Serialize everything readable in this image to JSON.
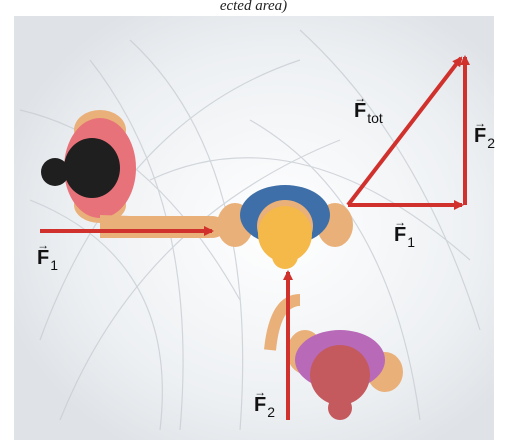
{
  "caption": {
    "text": "ected area)"
  },
  "labels": {
    "f1_left": {
      "symbol": "F",
      "arrow": "→",
      "sub": "1"
    },
    "f2_bottom": {
      "symbol": "F",
      "arrow": "→",
      "sub": "2"
    },
    "f_tot": {
      "symbol": "F",
      "arrow": "→",
      "sub": "tot"
    },
    "f2_triangle": {
      "symbol": "F",
      "arrow": "→",
      "sub": "2"
    },
    "f1_triangle": {
      "symbol": "F",
      "arrow": "→",
      "sub": "1"
    }
  },
  "colors": {
    "arrow_red": "#d0312d",
    "background": "#eef1f4",
    "person_left_shirt": "#e8727a",
    "person_center_shirt": "#3f6fa8",
    "person_bottom_shirt": "#b86ab8",
    "skin": "#e9b07a",
    "hair_dark": "#1f1f1f",
    "hair_blonde": "#f5b94a",
    "hair_red": "#c45a5e"
  }
}
